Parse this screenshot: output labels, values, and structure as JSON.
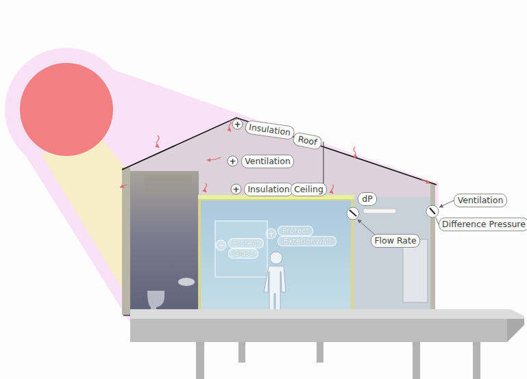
{
  "diagram": {
    "nodes": [
      {
        "text": [
          "+"
        ]
      },
      {
        "text": [
          "Insulation"
        ]
      },
      {
        "text": [
          "Roof"
        ]
      },
      {
        "text": [
          "+"
        ]
      },
      {
        "text": [
          "Ventilation"
        ]
      },
      {
        "text": [
          "+"
        ]
      },
      {
        "text": [
          "Insulation"
        ]
      },
      {
        "text": [
          "Ceiling"
        ]
      },
      {
        "text": [
          "dP"
        ]
      },
      {
        "text": [
          "Ventilation"
        ]
      },
      {
        "text": [
          "Difference Pressure"
        ]
      },
      {
        "text": [
          "+"
        ]
      },
      {
        "text": [
          "Protect"
        ]
      },
      {
        "text": [
          "Exterior wall"
        ]
      },
      {
        "text": [
          "+"
        ]
      },
      {
        "text": [
          "Protect"
        ]
      },
      {
        "text": [
          "Glass"
        ]
      },
      {
        "text": [
          "Flow Rate"
        ]
      }
    ]
  }
}
